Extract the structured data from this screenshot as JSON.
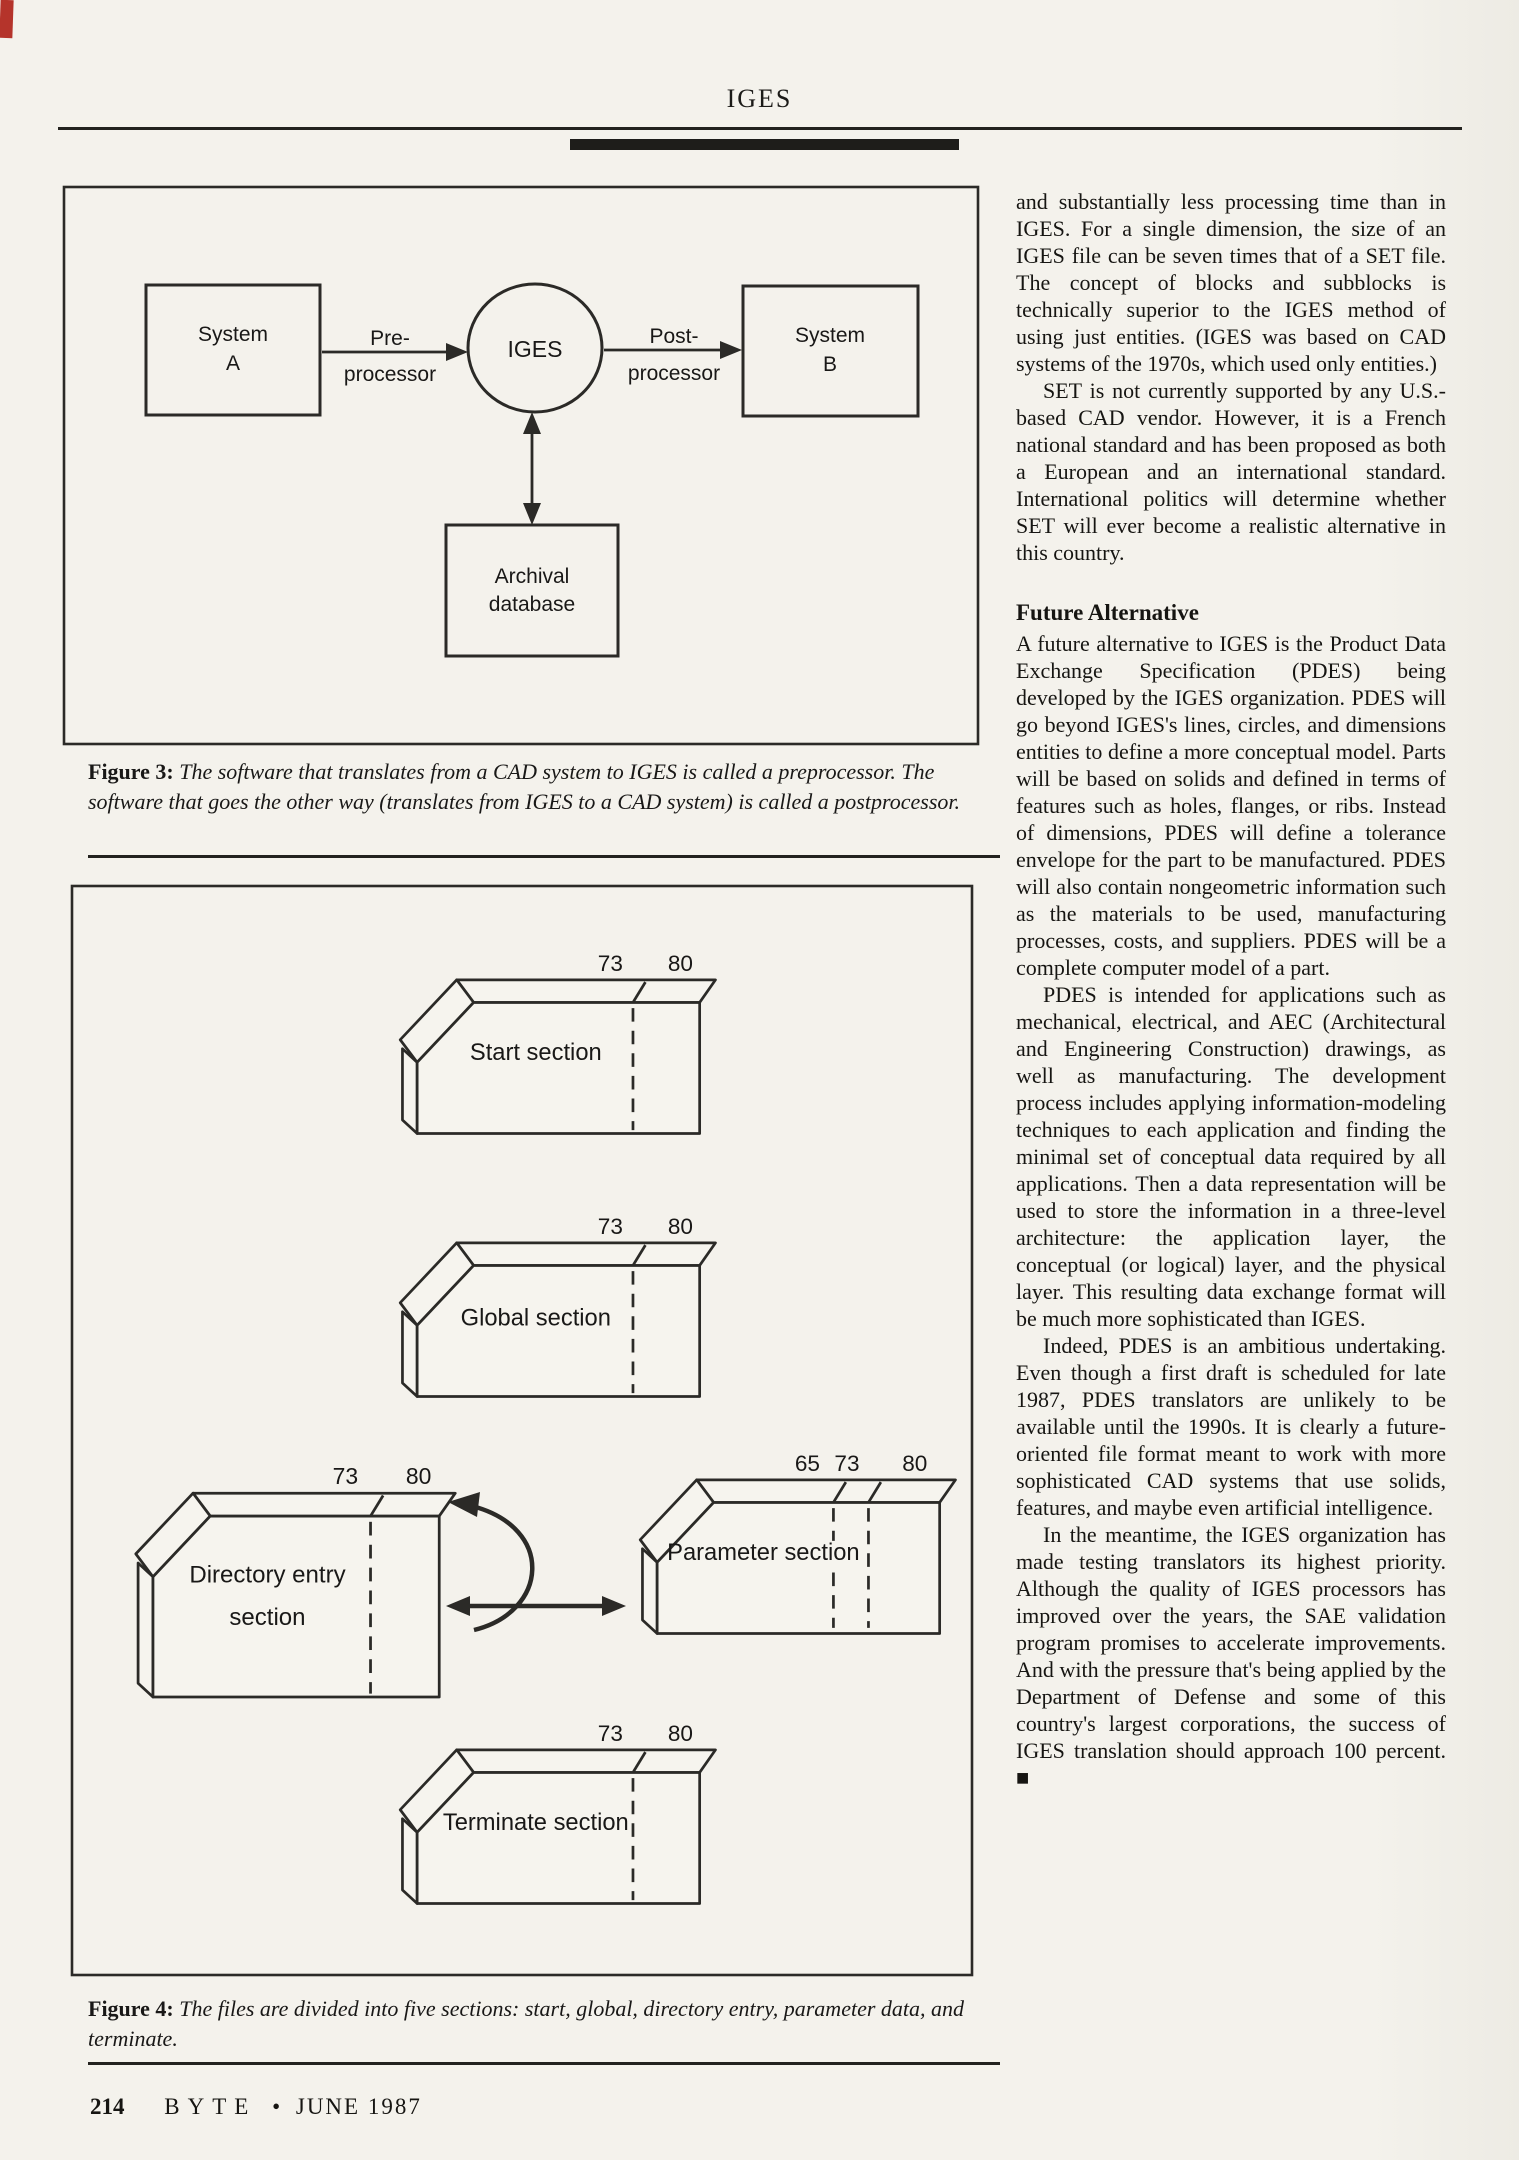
{
  "header": {
    "title": "IGES"
  },
  "figure3": {
    "system_a_line1": "System",
    "system_a_line2": "A",
    "pre_line1": "Pre-",
    "pre_line2": "processor",
    "iges_label": "IGES",
    "post_line1": "Post-",
    "post_line2": "processor",
    "system_b_line1": "System",
    "system_b_line2": "B",
    "archival_line1": "Archival",
    "archival_line2": "database",
    "caption_label": "Figure 3:",
    "caption_text": "The software that translates from a CAD system to IGES is called a preprocessor. The software that goes the other way (translates from IGES to a CAD system) is called a postprocessor."
  },
  "figure4": {
    "cards": [
      {
        "label": "Start section",
        "col_73": "73",
        "col_80": "80"
      },
      {
        "label": "Global section",
        "col_73": "73",
        "col_80": "80"
      },
      {
        "label_line1": "Directory entry",
        "label_line2": "section",
        "col_73": "73",
        "col_80": "80"
      },
      {
        "label": "Parameter section",
        "col_65": "65",
        "col_73": "73",
        "col_80": "80"
      },
      {
        "label": "Terminate section",
        "col_73": "73",
        "col_80": "80"
      }
    ],
    "caption_label": "Figure 4:",
    "caption_text": "The files are divided into five sections: start, global, directory entry, parameter data, and terminate."
  },
  "article": {
    "blocks": [
      {
        "type": "p",
        "text": "and substantially less processing time than in IGES. For a single dimension, the size of an IGES file can be seven times that of a SET file. The concept of blocks and subblocks is technically superior to the IGES method of using just entities. (IGES was based on CAD systems of the 1970s, which used only entities.)"
      },
      {
        "type": "p",
        "text": "SET is not currently supported by any U.S.-based CAD vendor. However, it is a French national standard and has been proposed as both a European and an international standard. International politics will determine whether SET will ever become a realistic alternative in this country."
      },
      {
        "type": "h",
        "text": "Future Alternative"
      },
      {
        "type": "p",
        "text": "A future alternative to IGES is the Product Data Exchange Specification (PDES) being developed by the IGES organization. PDES will go beyond IGES's lines, circles, and dimensions entities to define a more conceptual model. Parts will be based on solids and defined in terms of features such as holes, flanges, or ribs. Instead of dimensions, PDES will define a tolerance envelope for the part to be manufactured. PDES will also contain nongeometric information such as the materials to be used, manufacturing processes, costs, and suppliers. PDES will be a complete computer model of a part."
      },
      {
        "type": "p",
        "text": "PDES is intended for applications such as mechanical, electrical, and AEC (Architectural and Engineering Construction) drawings, as well as manufacturing. The development process includes applying information-modeling techniques to each application and finding the minimal set of conceptual data required by all applications. Then a data representation will be used to store the information in a three-level architecture: the application layer, the conceptual (or logical) layer, and the physical layer. This resulting data exchange format will be much more sophisticated than IGES."
      },
      {
        "type": "p",
        "text": "Indeed, PDES is an ambitious undertaking. Even though a first draft is scheduled for late 1987, PDES translators are unlikely to be available until the 1990s. It is clearly a future-oriented file format meant to work with more sophisticated CAD systems that use solids, features, and maybe even artificial intelligence."
      },
      {
        "type": "p",
        "text": "In the meantime, the IGES organization has made testing translators its highest priority. Although the quality of IGES processors has improved over the years, the SAE validation program promises to accelerate improvements. And with the pressure that's being applied by the Department of Defense and some of this country's largest corporations, the success of IGES translation should approach 100 percent.  ■"
      }
    ]
  },
  "footer": {
    "page_number": "214",
    "brand": "BYTE",
    "separator": "•",
    "issue": "JUNE 1987"
  },
  "colors": {
    "paper": "#f4f2ec",
    "ink": "#1c1b18",
    "scan_artifact_red": "#b5342b"
  }
}
